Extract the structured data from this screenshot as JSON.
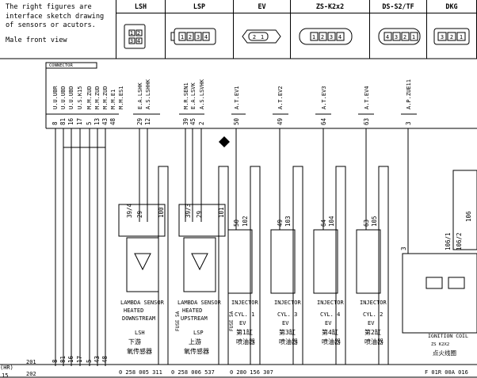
{
  "intro_note": {
    "line1": "The right figures are",
    "line2": "interface sketch drawing",
    "line3": "of sensors or acutors.",
    "line4": "Male front view"
  },
  "connector_headers": [
    {
      "name": "LSH",
      "pins": [
        "1",
        "2",
        "3",
        "4"
      ]
    },
    {
      "name": "LSP",
      "pins": [
        "1",
        "2",
        "3",
        "4"
      ]
    },
    {
      "name": "EV",
      "pins": [
        "2",
        "1"
      ]
    },
    {
      "name": "ZS-K2x2",
      "pins": [
        "1",
        "2",
        "3",
        "4"
      ]
    },
    {
      "name": "DS-S2/TF",
      "pins": [
        "4",
        "3",
        "2",
        "1"
      ]
    },
    {
      "name": "DKG",
      "pins": [
        "3",
        "2",
        "1"
      ]
    }
  ],
  "connector_tag": "CONNECTOR",
  "wire_labels": [
    "U.U.UBR",
    "U.U.UBD",
    "U.U.UBD",
    "U.S.K15",
    "M.M.ZUD",
    "M.M.ZUD",
    "M.M.ZUD",
    "M.M.E1",
    "M.M.ES1",
    "E.A.LSHK",
    "A.S.LSHHK",
    "M.R.SEN1",
    "E.A.LSVK",
    "A.S.LSVHK",
    "A.T.EV1",
    "A.T.EV2",
    "A.T.EV3",
    "A.T.EV4",
    "A.P.ZUE11"
  ],
  "pin_top": [
    "8",
    "81",
    "16",
    "17",
    "5",
    "13",
    "43",
    "48",
    "29",
    "12",
    "39",
    "45",
    "2",
    "50",
    "49",
    "64",
    "63",
    "3"
  ],
  "sensors": [
    {
      "code": "LSH",
      "pin_a": "39/4",
      "pin_b": "29",
      "pin_c": "100",
      "t1": "LAMBDA SENSOR",
      "t2": "HEATED",
      "t3": "DOWNSTREAM",
      "cn": "下游",
      "cn2": "氧传感器"
    },
    {
      "code": "LSP",
      "pin_a": "39/3",
      "pin_b": "29",
      "pin_c": "101",
      "t1": "LAMBDA SENSOR",
      "t2": "HEATED",
      "t3": "UPSTREAM",
      "cn": "上游",
      "cn2": "氧传感器"
    }
  ],
  "injectors": [
    {
      "pin1": "50",
      "pin2": "102",
      "title": "INJECTOR",
      "cyl": "CYL. 1",
      "code": "EV",
      "cn": "第1缸",
      "cn2": "喷油器"
    },
    {
      "pin1": "49",
      "pin2": "103",
      "title": "INJECTOR",
      "cyl": "CYL. 3",
      "code": "EV",
      "cn": "第3缸",
      "cn2": "喷油器"
    },
    {
      "pin1": "64",
      "pin2": "104",
      "title": "INJECTOR",
      "cyl": "CYL. 4",
      "code": "EV",
      "cn": "第4缸",
      "cn2": "喷油器"
    },
    {
      "pin1": "63",
      "pin2": "105",
      "title": "INJECTOR",
      "cyl": "CYL. 2",
      "code": "EV",
      "cn": "第2缸",
      "cn2": "喷油器"
    }
  ],
  "ignition": {
    "pin_left": "3",
    "pin_a": "106/1",
    "pin_b": "106/2",
    "pin_c": "106",
    "title": "IGNITION COIL",
    "code": "ZS K2X2",
    "cn": "点火线圈"
  },
  "fuse_labels": [
    "FUSE 5A",
    "FUSE 5A"
  ],
  "bottom_row": {
    "hr": "(HR)",
    "n1": "201",
    "n2": "202",
    "n15": "15",
    "pins": [
      "8",
      "81",
      "16",
      "17",
      "5",
      "43",
      "48"
    ],
    "part1": "0 258 005 311",
    "part2": "0 258 006 537",
    "part3": "0 280 156 307",
    "part4": "F 01R 00A 016"
  }
}
